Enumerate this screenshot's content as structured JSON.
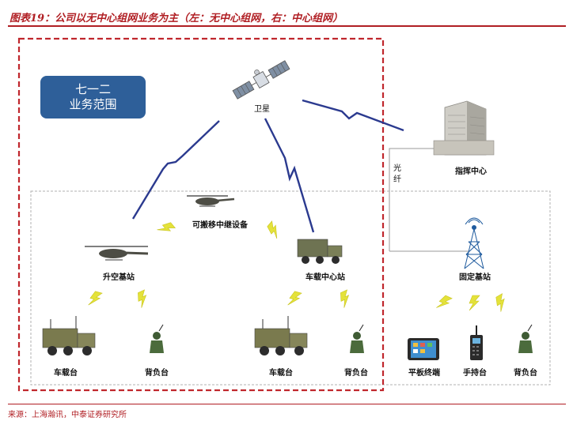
{
  "figure": {
    "title": "图表19：公司以无中心组网业务为主（左：无中心组网，右：中心组网）",
    "source": "来源：上海瀚讯，中泰证券研究所"
  },
  "badge": {
    "line1": "七一二",
    "line2": "业务范围"
  },
  "nodes": {
    "satellite": "卫星",
    "command_center": "指挥中心",
    "fiber": "光纤",
    "portable_relay": "可搬移中继设备",
    "airborne_station": "升空基站",
    "vehicle_center_station": "车载中心站",
    "fixed_station": "固定基站",
    "vehicle_terminal_left": "车载台",
    "backpack_left": "背负台",
    "vehicle_terminal_mid": "车载台",
    "backpack_mid": "背负台",
    "tablet_terminal": "平板终端",
    "handheld": "手持台",
    "backpack_right": "背负台"
  },
  "colors": {
    "accent": "#b01e23",
    "badge": "#2e5f99",
    "highlight_box": "#c0272d",
    "radio_link": "#2b3a8f",
    "wireless_bolt": "#e4e23a",
    "dashed_box": "#b0b0b0"
  }
}
